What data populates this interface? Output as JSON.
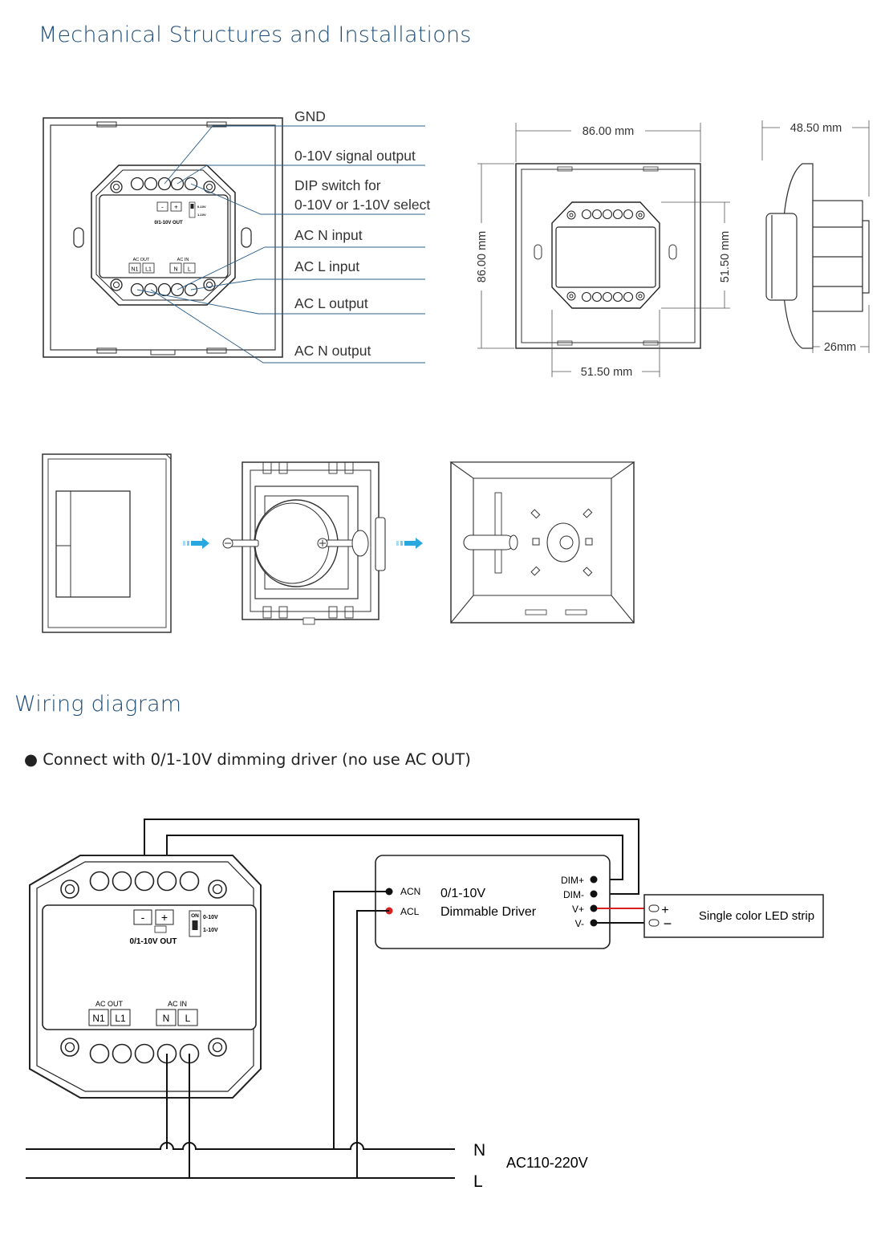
{
  "headings": {
    "mechanical": "Mechanical Structures and Installations",
    "wiring": "Wiring diagram"
  },
  "bullet": "Connect with 0/1-10V dimming driver (no use AC OUT)",
  "callouts": {
    "gnd": "GND",
    "signal_output": "0-10V signal output",
    "dip_line1": "DIP switch for",
    "dip_line2": "0-10V or 1-10V select",
    "ac_n_input": "AC N input",
    "ac_l_input": "AC L input",
    "ac_l_output": "AC L output",
    "ac_n_output": "AC N output"
  },
  "module": {
    "minus": "-",
    "plus": "+",
    "out_label": "0/1-10V OUT",
    "dip_on": "ON",
    "dip_0_10": "0-10V",
    "dip_1_10": "1-10V",
    "ac_out": "AC OUT",
    "ac_in": "AC IN",
    "n1": "N1",
    "l1": "L1",
    "n": "N",
    "l": "L"
  },
  "dimensions": {
    "width_top": "86.00 mm",
    "height_left": "86.00 mm",
    "inner_height": "51.50 mm",
    "inner_width": "51.50 mm",
    "depth_total": "48.50 mm",
    "depth_back": "26mm"
  },
  "driver": {
    "acn": "ACN",
    "acl": "ACL",
    "title1": "0/1-10V",
    "title2": "Dimmable Driver",
    "dim_plus": "DIM+",
    "dim_minus": "DIM-",
    "v_plus": "V+",
    "v_minus": "V-"
  },
  "led": {
    "plus": "+",
    "minus": "−",
    "label": "Single color LED strip"
  },
  "mains": {
    "n": "N",
    "l": "L",
    "voltage": "AC110-220V"
  },
  "colors": {
    "heading": "#1f4e79",
    "leader": "#2c5f8a",
    "dimension": "#444444",
    "arrow": "#29a8e0",
    "red_wire": "#d92020",
    "black_wire": "#111111"
  }
}
